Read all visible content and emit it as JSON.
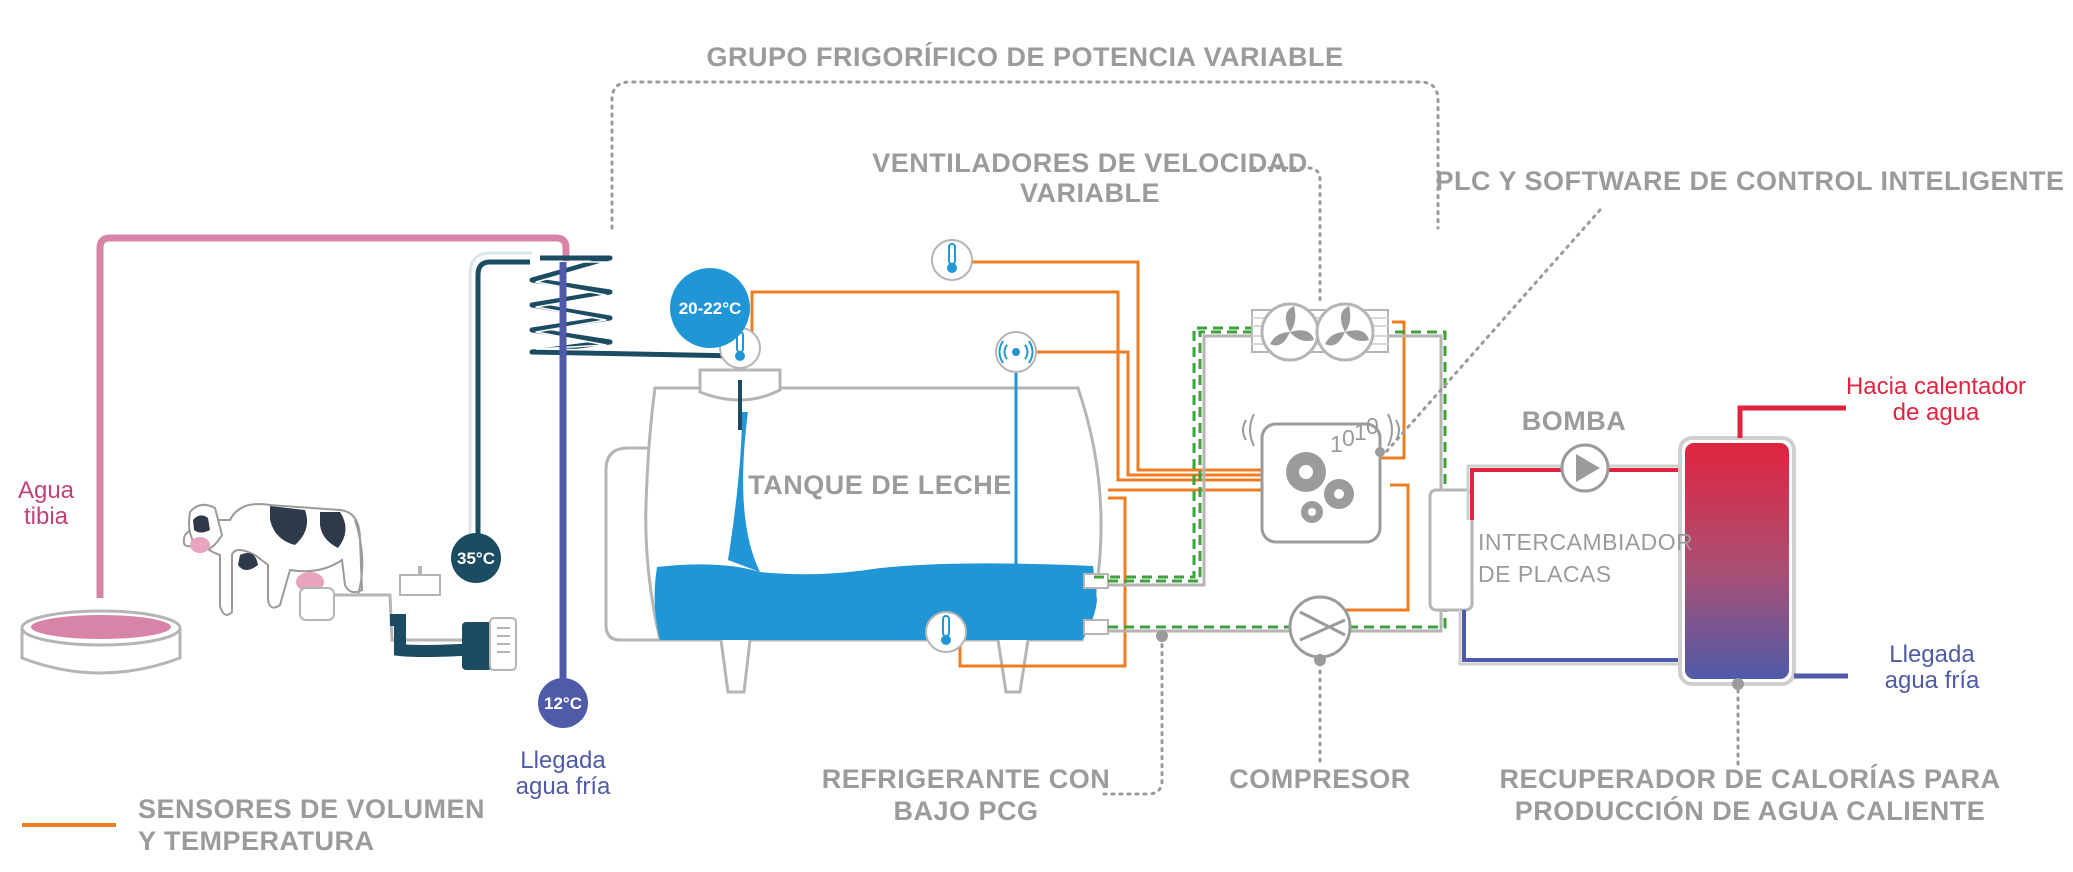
{
  "labels": {
    "grupo": "GRUPO FRIGORÍFICO DE POTENCIA VARIABLE",
    "ventiladores_1": "VENTILADORES DE VELOCIDAD",
    "ventiladores_2": "VARIABLE",
    "plc": "PLC Y SOFTWARE DE CONTROL INTELIGENTE",
    "tanque": "TANQUE DE LECHE",
    "bomba": "BOMBA",
    "intercambiador_1": "INTERCAMBIADOR",
    "intercambiador_2": "DE PLACAS",
    "hacia_1": "Hacia calentador",
    "hacia_2": "de agua",
    "llegada_right_1": "Llegada",
    "llegada_right_2": "agua fría",
    "agua_tibia_1": "Agua",
    "agua_tibia_2": "tibia",
    "llegada_left_1": "Llegada",
    "llegada_left_2": "agua fría",
    "refrigerante_1": "REFRIGERANTE CON",
    "refrigerante_2": "BAJO PCG",
    "compresor": "COMPRESOR",
    "recuperador_1": "RECUPERADOR DE CALORÍAS PARA",
    "recuperador_2": "PRODUCCIÓN DE AGUA CALIENTE",
    "legend_1": "SENSORES DE VOLUMEN",
    "legend_2": "Y TEMPERATURA"
  },
  "badges": {
    "tank_temp": "20-22°C",
    "cow_temp": "35°C",
    "water_temp": "12°C"
  },
  "plc_code": {
    "a": "1",
    "b": "0",
    "c": "1",
    "d": "0"
  },
  "colors": {
    "orange_sensor": "#f07c22",
    "refrigerant_green": "#3ea23a",
    "milk_blue": "#2196d6",
    "pink_water": "#d884a9",
    "cold_blue": "#4f5aa8",
    "hot_red": "#e0243f",
    "dark_teal": "#1c4c63",
    "grey": "#9b9b9b"
  },
  "icons": [
    "cow-icon",
    "thermometer-icon",
    "level-sensor-icon",
    "fan-icon",
    "gear-icon",
    "pump-icon",
    "compressor-icon",
    "water-trough-icon",
    "milking-pump-icon"
  ]
}
